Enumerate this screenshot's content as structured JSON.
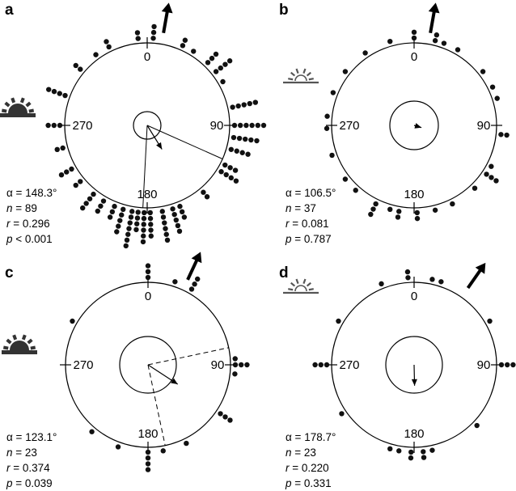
{
  "figure": {
    "panels": [
      {
        "letter": "a",
        "sun_icon": "sun-full-icon",
        "tick_labels": [
          "0",
          "90",
          "180",
          "270"
        ],
        "stats": {
          "alpha": "α = 148.3°",
          "n_symbol": "n",
          "n_value": " = 89",
          "r_symbol": "r",
          "r_value": " = 0.296",
          "p_symbol": "p",
          "p_value": " < 0.001"
        },
        "mean_direction_deg": 148.3,
        "mean_vector_length": 0.296,
        "confidence_interval_deg": [
          114,
          183
        ],
        "confidence_line_style": "solid",
        "reference_direction_deg": 10
      },
      {
        "letter": "b",
        "sun_icon": "sun-dim-icon",
        "tick_labels": [
          "0",
          "90",
          "180",
          "270"
        ],
        "stats": {
          "alpha": "α = 106.5°",
          "n_symbol": "n",
          "n_value": " = 37",
          "r_symbol": "r",
          "r_value": " = 0.081",
          "p_symbol": "p",
          "p_value": " = 0.787"
        },
        "mean_direction_deg": 106.5,
        "mean_vector_length": 0.081,
        "reference_direction_deg": 10
      },
      {
        "letter": "c",
        "sun_icon": "sun-full-icon",
        "tick_labels": [
          "0",
          "90",
          "180",
          "270"
        ],
        "stats": {
          "alpha": "α = 123.1°",
          "n_symbol": "n",
          "n_value": " = 23",
          "r_symbol": "r",
          "r_value": " = 0.374",
          "p_symbol": "p",
          "p_value": " = 0.039"
        },
        "mean_direction_deg": 123.1,
        "mean_vector_length": 0.374,
        "confidence_interval_deg": [
          78,
          168
        ],
        "confidence_line_style": "dashed",
        "reference_direction_deg": 25
      },
      {
        "letter": "d",
        "sun_icon": "sun-dim-icon",
        "tick_labels": [
          "0",
          "90",
          "180",
          "270"
        ],
        "stats": {
          "alpha": "α = 178.7°",
          "n_symbol": "n",
          "n_value": " = 23",
          "r_symbol": "r",
          "r_value": " = 0.220",
          "p_symbol": "p",
          "p_value": " = 0.331"
        },
        "mean_direction_deg": 178.7,
        "mean_vector_length": 0.22,
        "reference_direction_deg": 35
      }
    ]
  }
}
